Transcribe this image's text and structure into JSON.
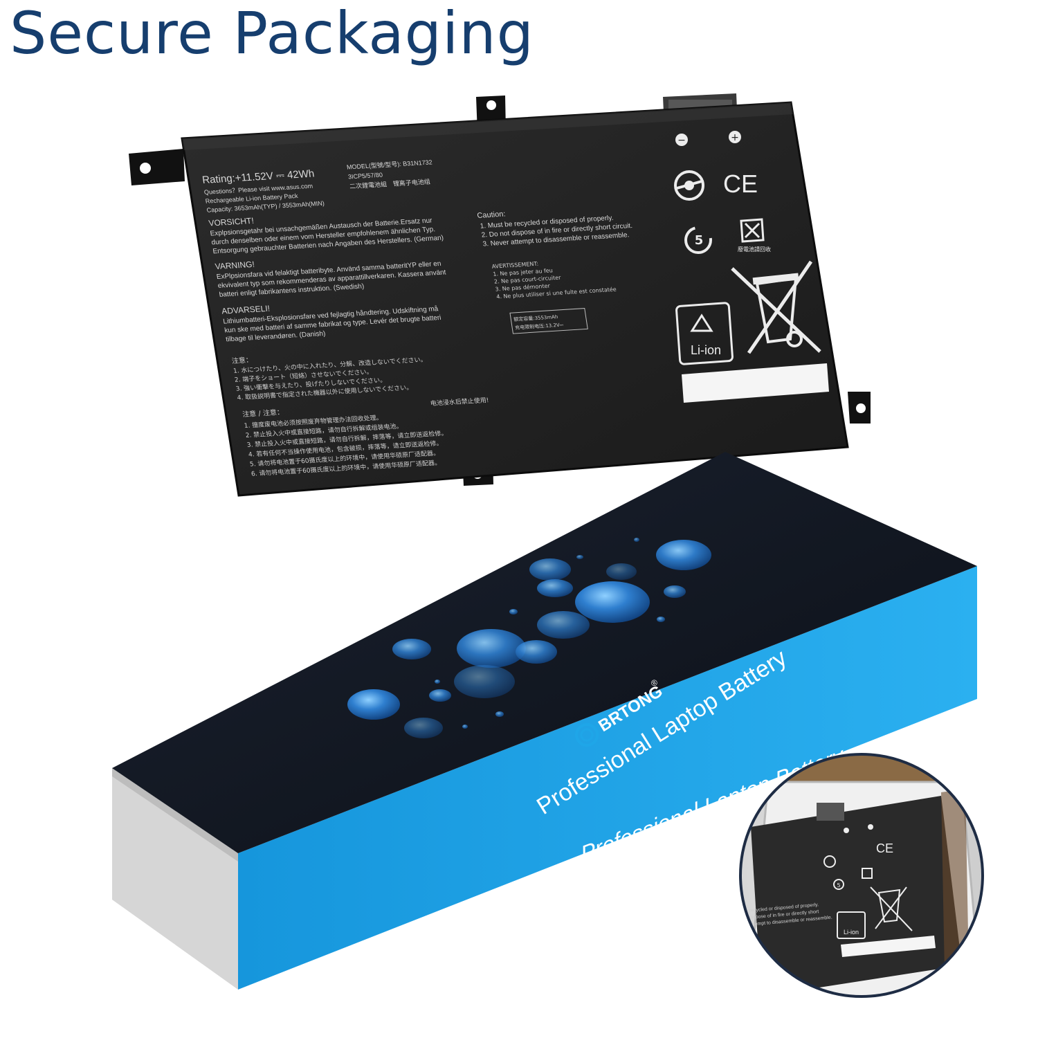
{
  "headline": "Secure Packaging",
  "battery_label": {
    "rating": "Rating:+11.52V ⎓ 42Wh",
    "questions": "Questions？Please visit www.asus.com",
    "pack_type": "Rechargeable Li-ion Battery Pack",
    "capacity": "Capacity: 3653mAh(TYP) / 3553mAh(MIN)",
    "model": "MODEL(型號/型号): B31N1732",
    "cell": "3ICP5/57/80",
    "cn_type": "二次鋰電池組　锂离子电池组",
    "sections": [
      {
        "heading": "VORSICHT!",
        "lines": [
          "Explpsionsgetahr bei unsachgemäßen Austausch der Batterie.Ersatz nur",
          "durch denselben oder einem vom Hersteller empfohlenem ähnlichen Typ.",
          "Entsorgung gebrauchter Batterien nach Angaben des Herstellers. (German)"
        ]
      },
      {
        "heading": "VARNING!",
        "lines": [
          "ExPlpsionsfara vid felaktigt batteribyte. Använd samma batteritYP eller en",
          "ekvivalent typ som rekommenderas av apparattillverkaren. Kassera använt",
          "batteri enligt fabrikantens instruktion. (Swedish)"
        ]
      },
      {
        "heading": "ADVARSELI!",
        "lines": [
          "Lithiumbatteri-Eksplosionsfare ved fejlagtig håndtering. Udskiftning må",
          "kun ske med batteri af samme fabrikat og type. Levér det brugte batteri",
          "tilbage til leverandøren. (Danish)"
        ]
      }
    ],
    "jp_heading": "注意：",
    "jp_lines": [
      "1. 水につけたり、火の中に入れたり、分解、改造しないでください。",
      "2. 端子をショート（短絡）させないでください。",
      "3. 強い衝撃を与えたり、投げたりしないでください。",
      "4. 取扱説明書で指定された機器以外に使用しないでください。"
    ],
    "cn_heading": "注意 / 注意：",
    "cn_note": "电池浸水后禁止使用!",
    "cn_lines": [
      "1. 擅度废电池必须按照废弃物管理办法回收处理。",
      "2. 禁止投入火中或直接短路，请勿自行拆解或组装电池。",
      "3. 禁止投入火中或直接短路，请勿自行拆解，摔落等，请立即送返检修。",
      "4. 若有任何不当操作使用电池，包含破损，摔落等，请立即送返检修。",
      "5. 请勿将电池置于60摄氏度以上的环境中，请使用华硕原厂适配器。",
      "6. 请勿将电池置于60摄氏度以上的环境中，请使用华硕原厂适配器。"
    ],
    "caution_heading": "Caution:",
    "caution_lines": [
      "1. Must be recycled or disposed of properly.",
      "2. Do not dispose of in fire or directly short circuit.",
      "3. Never attempt to disassemble or reassemble."
    ],
    "fr_heading": "AVERTISSEMENT:",
    "fr_lines": [
      "1. Ne pas jeter au feu",
      "2. Ne pas court-circuiter",
      "3. Ne pas démonter",
      "4. Ne plus utiliser si une fuite est constatée"
    ],
    "rated_capacity": "额定容量:3553mAh",
    "charge_limit": "充电限制电压:13.2V⎓",
    "recycle_cn": "廢電池請回收",
    "ce_mark": "CE",
    "minus": "−",
    "plus": "+",
    "rohs": "5",
    "li_ion": "Li-ion"
  },
  "box": {
    "brand": "BRTONG",
    "registered": "®",
    "top_tagline": "Professional Laptop Battery",
    "side_tagline": "Professional Laptop Battery"
  },
  "inset": {
    "ce_mark": "CE",
    "rohs": "5",
    "li_ion": "Li-ion",
    "label_lines": [
      "recycled or disposed of properly.",
      "dispose of in fire or directly short",
      "attempt to disassemble or reassemble."
    ]
  },
  "colors": {
    "headline": "#163e6e",
    "battery_body": "#242424",
    "box_top": "#10151d",
    "box_side": "#1fa6e8",
    "box_end": "#d9d9d9",
    "bubble": "#2a78c4"
  }
}
